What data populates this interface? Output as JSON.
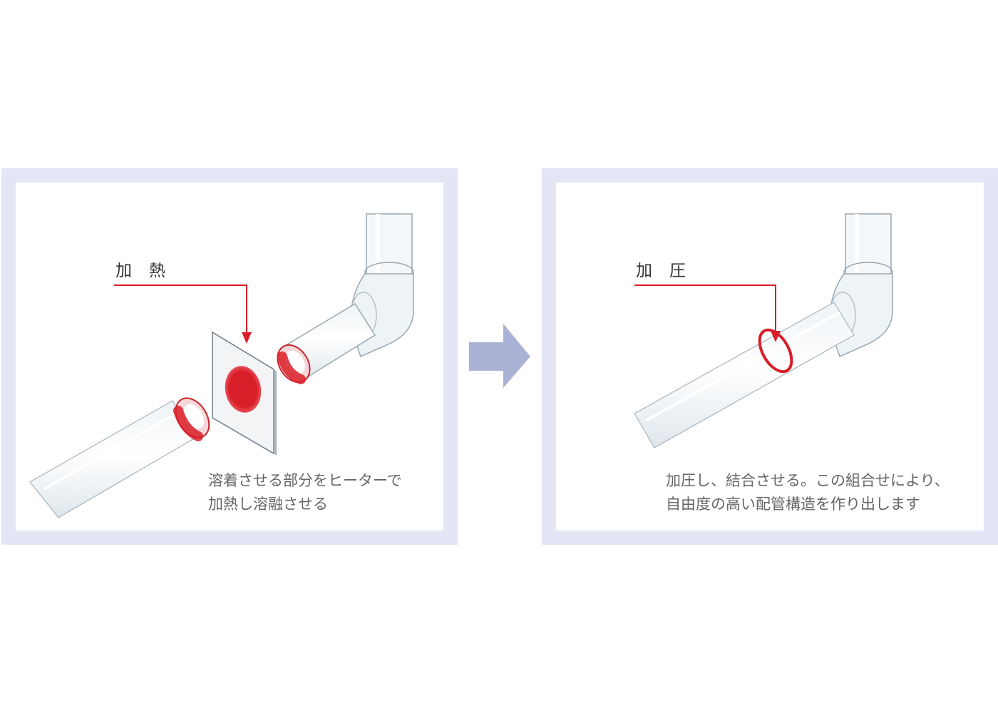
{
  "colors": {
    "panel_border": "#e5e6f5",
    "accent_red": "#d81e28",
    "arrow_blue": "#aab2d6"
  },
  "heating": {
    "label_1": "加",
    "label_2": "熱",
    "caption_line1": "溶着させる部分をヒーターで",
    "caption_line2": "加熱し溶融させる"
  },
  "pressing": {
    "label_1": "加",
    "label_2": "圧",
    "caption_line1": "加圧し、結合させる。この組合せにより、",
    "caption_line2": "自由度の高い配管構造を作り出します"
  }
}
